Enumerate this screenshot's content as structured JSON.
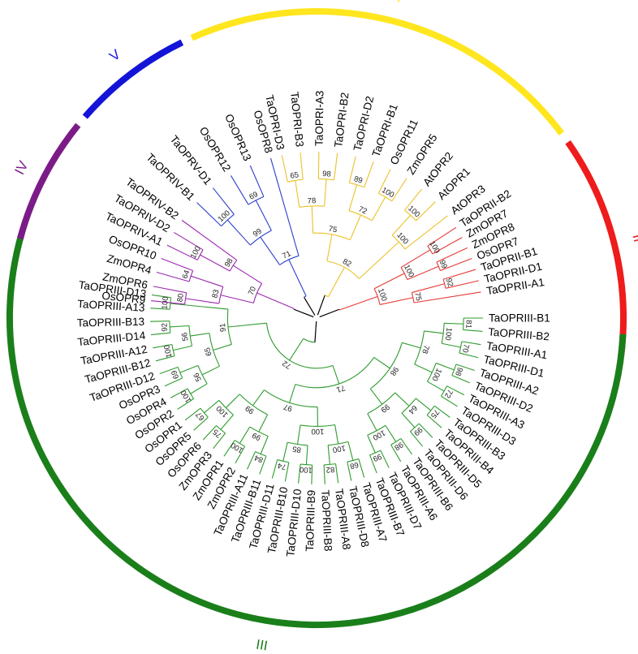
{
  "tree": {
    "root_color": "#000000",
    "groups": [
      {
        "id": "I",
        "label": "I",
        "color": "#FFE61E",
        "branch_color": "#EBC22A",
        "leaves": [
          "TaOPRI-D3",
          "TaOPRI-B3",
          "TaOPRI-A3",
          "TaOPRI-B2",
          "TaOPRI-D2",
          "TaOPRI-B1",
          "OsOPR11",
          "ZmOPR5",
          "AtOPR2",
          "AtOPR1",
          "AtOPR3"
        ],
        "bootstraps": [
          "65",
          "98",
          "89",
          "100",
          "100",
          "78",
          "72",
          "100",
          "75",
          "82"
        ]
      },
      {
        "id": "II",
        "label": "II",
        "color": "#EE1C1C",
        "branch_color": "#E53935",
        "leaves": [
          "TaOPRII-B2",
          "ZmOPR7",
          "ZmOPR8",
          "OsOPR7",
          "TaOPRII-B1",
          "TaOPRII-D1",
          "TaOPRII-A1"
        ],
        "bootstraps": [
          "100",
          "99",
          "92",
          "100",
          "75",
          "100"
        ]
      },
      {
        "id": "III",
        "label": "III",
        "color": "#1A7F1A",
        "branch_color": "#2E9B2E",
        "leaves": [
          "TaOPRIII-B1",
          "TaOPRIII-B2",
          "TaOPRIII-A1",
          "TaOPRIII-D1",
          "TaOPRIII-A2",
          "TaOPRIII-D2",
          "TaOPRIII-A3",
          "TaOPRIII-D3",
          "TaOPRIII-B3",
          "TaOPRIII-B4",
          "TaOPRIII-D5",
          "TaOPRIII-D6",
          "TaOPRIII-B6",
          "TaOPRIII-A6",
          "TaOPRIII-D7",
          "TaOPRIII-B7",
          "TaOPRIII-A7",
          "TaOPRIII-D8",
          "TaOPRIII-A8",
          "TaOPRIII-B8",
          "TaOPRIII-B9",
          "TaOPRIII-D10",
          "TaOPRIII-B10",
          "TaOPRIII-D11",
          "TaOPRIII-B11",
          "TaOPRIII-A11",
          "ZmOPR2",
          "ZmOPR1",
          "ZmOPR3",
          "OsOPR6",
          "OsOPR5",
          "OsOPR1",
          "OsOPR2",
          "OsOPR4",
          "OsOPR3",
          "TaOPRIII-D12",
          "TaOPRIII-B12",
          "TaOPRIII-A12",
          "TaOPRIII-D14",
          "TaOPRIII-B13",
          "TaOPRIII-A13",
          "TaOPRIII-D13"
        ],
        "bootstraps": [
          "81",
          "70",
          "98",
          "72",
          "75",
          "99",
          "98",
          "99",
          "68",
          "82",
          "100",
          "74",
          "84",
          "100",
          "75",
          "67",
          "100",
          "69",
          "100",
          "92",
          "100",
          "100",
          "100",
          "64",
          "100",
          "100",
          "85",
          "99",
          "100",
          "56",
          "56",
          "78",
          "99",
          "100",
          "99",
          "65",
          "98",
          "97",
          "91",
          "71",
          "72",
          "84"
        ]
      },
      {
        "id": "IV",
        "label": "IV",
        "color": "#7B1B88",
        "branch_color": "#9C27B0",
        "leaves": [
          "OsOPR9",
          "ZmOPR6",
          "ZmOPR4",
          "OsOPR10",
          "TaOPRIV-A1",
          "TaOPRIV-D2",
          "TaOPRIV-B2"
        ],
        "bootstraps": [
          "80",
          "64",
          "100",
          "83",
          "98",
          "70"
        ]
      },
      {
        "id": "V",
        "label": "V",
        "color": "#1414D8",
        "branch_color": "#2A3FCC",
        "leaves": [
          "TaOPRIV-B1",
          "TaOPRV-D1",
          "OsOPR12",
          "OsOPR13",
          "OsOPR8"
        ],
        "bootstraps": [
          "100",
          "69",
          "99",
          "71",
          "69"
        ]
      }
    ]
  }
}
